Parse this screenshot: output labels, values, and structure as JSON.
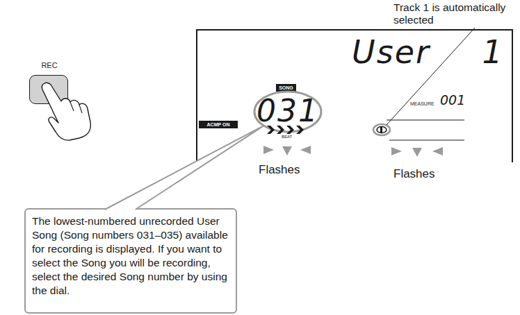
{
  "diagram": {
    "nodes": [
      {
        "text": [
          "REC"
        ]
      },
      {
        "text": [
          "User 1",
          "MEASURE",
          "001",
          "BEAT"
        ]
      },
      {
        "text": [
          "SONG"
        ],
        "in": 1
      },
      {
        "text": [
          "031"
        ],
        "in": 1
      },
      {
        "text": [
          "ACMP ON"
        ],
        "in": 1
      },
      {
        "text": [
          "The lowest-numbered unrecorded User Song (Song numbers 031–035) available for recording is displayed. If you want to select the Song you will be recording, select the desired Song number by using the dial."
        ]
      }
    ],
    "edges": [
      {
        "from": 5,
        "to": 3,
        "arrow": "none"
      }
    ],
    "labels": [
      "Track 1 is automatically selected",
      "Flashes",
      "Flashes"
    ]
  }
}
